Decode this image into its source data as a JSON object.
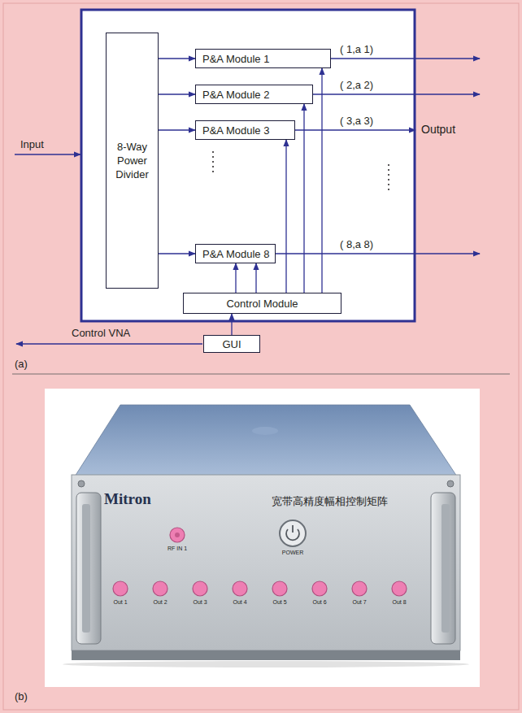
{
  "diagram": {
    "nodes": [
      {
        "text": [
          "8-Way Power Divider"
        ]
      },
      {
        "text": [
          "P&A Module 1"
        ]
      },
      {
        "text": [
          "P&A Module 2"
        ]
      },
      {
        "text": [
          "P&A Module 3"
        ]
      },
      {
        "text": [
          "P&A Module 8"
        ]
      },
      {
        "text": [
          "Control Module"
        ]
      },
      {
        "text": [
          "GUI"
        ]
      }
    ],
    "edges": [
      {
        "from": 0,
        "to": 1,
        "arrow": "to"
      },
      {
        "from": 0,
        "to": 2,
        "arrow": "to"
      },
      {
        "from": 0,
        "to": 3,
        "arrow": "to"
      },
      {
        "from": 0,
        "to": 4,
        "arrow": "to"
      },
      {
        "from": 5,
        "to": 1,
        "arrow": "to"
      },
      {
        "from": 5,
        "to": 2,
        "arrow": "to"
      },
      {
        "from": 5,
        "to": 3,
        "arrow": "to"
      },
      {
        "from": 5,
        "to": 4,
        "arrow": "to"
      },
      {
        "from": 5,
        "to": 4,
        "arrow": "to"
      },
      {
        "from": 6,
        "to": 5,
        "arrow": "to"
      }
    ],
    "labels": [
      "( 1,a 1)",
      "( 2,a 2)",
      "( 3,a 3)",
      "( 8,a 8)",
      "Output",
      "Input",
      "Control VNA",
      "(a)",
      "Mitron",
      "宽带高精度幅相控制矩阵",
      "RF IN 1",
      "POWER",
      "Out 1",
      "Out 2",
      "Out 3",
      "Out 4",
      "Out 5",
      "Out 6",
      "Out 7",
      "Out 8",
      "(b)"
    ]
  }
}
